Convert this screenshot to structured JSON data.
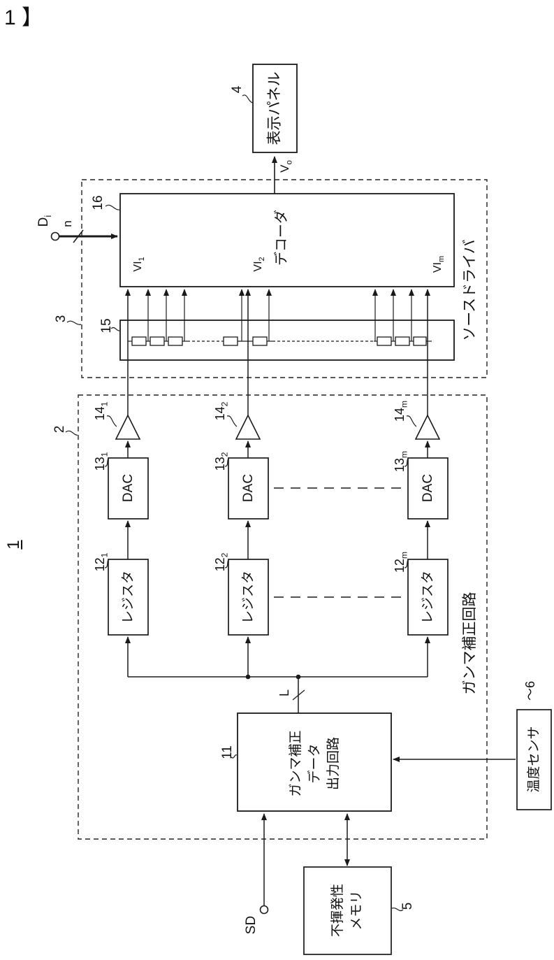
{
  "figure": {
    "title": "1 】",
    "system_ref": "1"
  },
  "panel": {
    "label": "表示パネル",
    "ref": "4"
  },
  "driver": {
    "label": "ソースドライバ",
    "ref": "3",
    "decoder": {
      "label": "デコーダ",
      "ref": "16"
    },
    "ladder_ref": "15"
  },
  "gamma": {
    "label": "ガンマ補正回路",
    "ref": "2",
    "amps": {
      "ref_base": "14",
      "subs": [
        "1",
        "2",
        "m"
      ]
    },
    "dacs": {
      "label": "DAC",
      "ref_base": "13",
      "subs": [
        "1",
        "2",
        "m"
      ]
    },
    "registers": {
      "label": "レジスタ",
      "ref_base": "12",
      "subs": [
        "1",
        "2",
        "m"
      ]
    },
    "output_circuit": {
      "ref": "11",
      "lines": [
        "ガンマ補正",
        "データ",
        "出力回路"
      ]
    }
  },
  "memory": {
    "ref": "5",
    "lines": [
      "不揮発性",
      "メモリ"
    ]
  },
  "sensor": {
    "ref": "〜6",
    "label": "温度センサ"
  },
  "signals": {
    "di_base": "D",
    "di_sub": "i",
    "bus_width_n": "n",
    "vo_base": "V",
    "vo_sub": "o",
    "vi_base": "VI",
    "vi_subs": [
      "1",
      "2",
      "m"
    ],
    "bus_width_l": "L",
    "sd": "SD"
  }
}
